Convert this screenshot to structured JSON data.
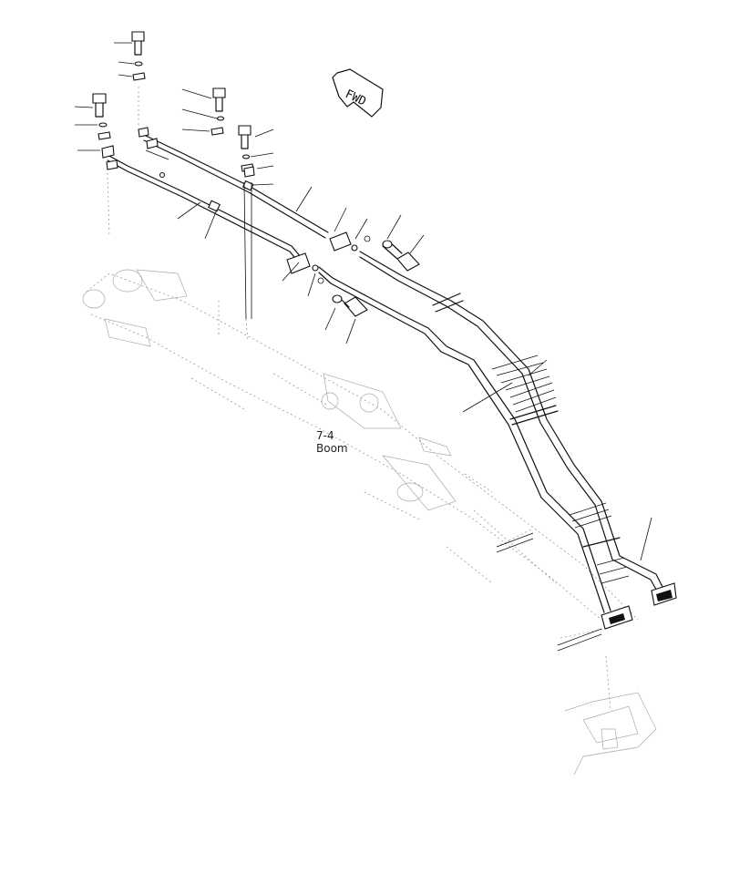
{
  "diagram": {
    "fwd_label": "FWD",
    "ref_code": "7-4",
    "ref_name": "Boom"
  },
  "colors": {
    "line": "#111111",
    "ghost": "#999999",
    "background": "#ffffff"
  }
}
